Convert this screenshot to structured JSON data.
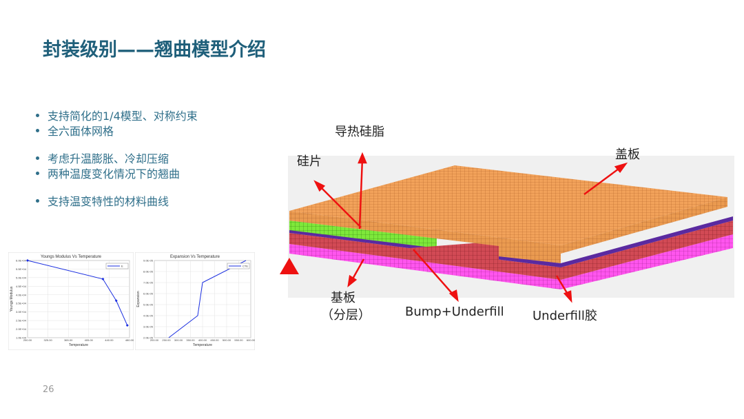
{
  "slide": {
    "title": "封装级别——翘曲模型介绍",
    "page_number": "26",
    "bullets": [
      "支持简化的1/4模型、对称约束",
      "全六面体网格",
      "考虑升温膨胀、冷却压缩",
      "两种温度变化情况下的翘曲",
      "支持温变特性的材料曲线"
    ]
  },
  "labels": {
    "tim": "导热硅脂",
    "die": "硅片",
    "lid": "盖板",
    "substrate": "基板",
    "substrate_sub": "（分层）",
    "bump": "Bump+Underfill",
    "underfill": "Underfill胶"
  },
  "colors": {
    "title": "#1f5f7a",
    "bullet_text": "#2f6f8a",
    "lid": "#f2a25a",
    "die": "#7ee83a",
    "substrate": "#d24a55",
    "underfill_layer": "#ff55ee",
    "arrow": "#ee1111"
  },
  "chart_data": [
    {
      "type": "line",
      "title": "Youngs Modulus Vs Temperature",
      "xlabel": "Temperature",
      "ylabel": "Youngs Modulus",
      "xlim": [
        250,
        480
      ],
      "ylim": [
        10000,
        60000
      ],
      "xticks": [
        "250.00",
        "325.00",
        "365.00",
        "405.00",
        "440.00",
        "480.00"
      ],
      "yticks": [
        "1.0E+04",
        "2.0E+04",
        "2.5E+04",
        "3.0E+04",
        "3.5E+04",
        "4.0E+04",
        "4.5E+04",
        "5.0E+04",
        "5.5E+04",
        "6.0E+04"
      ],
      "series": [
        {
          "name": "E",
          "x": [
            250,
            420,
            450,
            475
          ],
          "y": [
            60000,
            48000,
            34000,
            18000
          ]
        }
      ]
    },
    {
      "type": "line",
      "title": "Expansion Vs Temperature",
      "xlabel": "Temperature",
      "ylabel": "Expansion",
      "xlim": [
        200,
        600
      ],
      "ylim": [
        2e-05,
        9e-05
      ],
      "xticks": [
        "200.00",
        "250.00",
        "300.00",
        "350.00",
        "400.00",
        "450.00",
        "500.00",
        "550.00",
        "600.00"
      ],
      "yticks": [
        "2.0E-05",
        "3.0E-05",
        "4.0E-05",
        "5.0E-05",
        "6.0E-05",
        "7.0E-05",
        "8.0E-05",
        "9.0E-05"
      ],
      "series": [
        {
          "name": "CTE",
          "x": [
            260,
            380,
            400,
            580
          ],
          "y": [
            2e-05,
            4e-05,
            7e-05,
            9e-05
          ]
        }
      ]
    }
  ]
}
